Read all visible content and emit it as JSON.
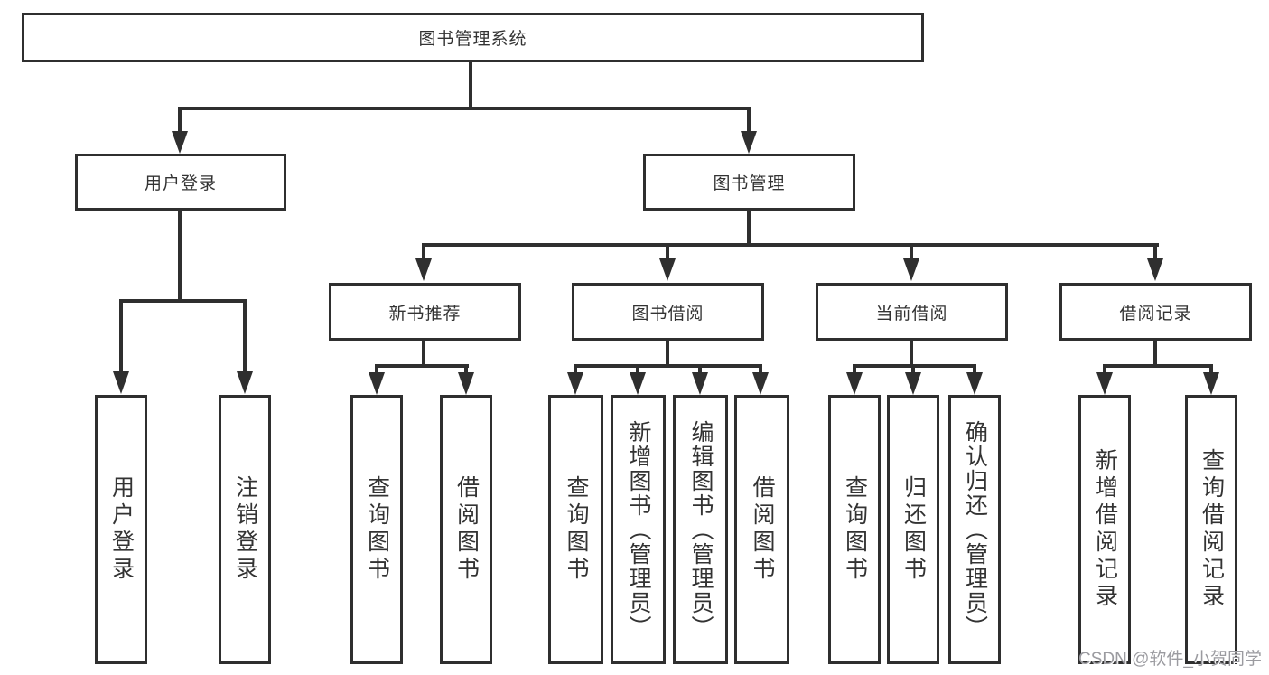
{
  "diagram": {
    "root": {
      "label": "图书管理系统"
    },
    "branches": [
      {
        "label": "用户登录",
        "children": [
          {
            "label": "用户登录"
          },
          {
            "label": "注销登录"
          }
        ]
      },
      {
        "label": "图书管理",
        "children": [
          {
            "label": "新书推荐",
            "children": [
              {
                "label": "查询图书"
              },
              {
                "label": "借阅图书"
              }
            ]
          },
          {
            "label": "图书借阅",
            "children": [
              {
                "label": "查询图书"
              },
              {
                "label": "新增图书（管理员）"
              },
              {
                "label": "编辑图书（管理员）"
              },
              {
                "label": "借阅图书"
              }
            ]
          },
          {
            "label": "当前借阅",
            "children": [
              {
                "label": "查询图书"
              },
              {
                "label": "归还图书"
              },
              {
                "label": "确认归还（管理员）"
              }
            ]
          },
          {
            "label": "借阅记录",
            "children": [
              {
                "label": "新增借阅记录"
              },
              {
                "label": "查询借阅记录"
              }
            ]
          }
        ]
      }
    ]
  },
  "watermark": {
    "text": "CSDN @软件_小贺同学"
  },
  "colors": {
    "line": "#2f2f2f",
    "text": "#333333",
    "background": "#ffffff",
    "watermark": "#9b9ba0"
  }
}
